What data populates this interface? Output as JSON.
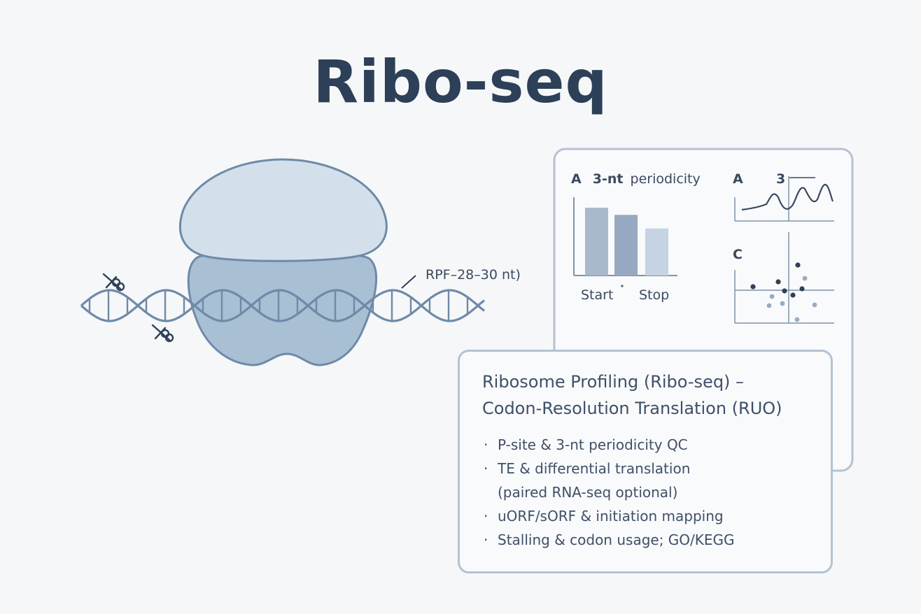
{
  "title": "Ribo-seq",
  "diagram": {
    "rpf_label": "RPF–28–30 nt)",
    "panel_a": {
      "letter": "A",
      "bold_part": "3-nt",
      "rest_part": "periodicity"
    },
    "bar_labels": {
      "start": "Start",
      "stop": "Stop"
    },
    "bars": [
      {
        "value": 0.95,
        "color": "#a9b8cb"
      },
      {
        "value": 0.85,
        "color": "#97a9c0"
      },
      {
        "value": 0.66,
        "color": "#c5d3e2"
      }
    ],
    "panel_a2": {
      "letter": "A",
      "marker": "3"
    },
    "panel_c": {
      "letter": "C"
    }
  },
  "card": {
    "heading_line1": "Ribosome Profiling (Ribo-seq) –",
    "heading_line2": "Codon-Resolution Translation (RUO)",
    "bullets": [
      {
        "line1": "P-site & 3-nt periodicity QC",
        "line2": ""
      },
      {
        "line1": "TE & differential translation",
        "line2": "(paired RNA-seq optional)"
      },
      {
        "line1": "uORF/sORF & initiation mapping",
        "line2": ""
      },
      {
        "line1": "Stalling & codon usage; GO/KEGG",
        "line2": ""
      }
    ]
  },
  "colors": {
    "accent": "#6e8aa8",
    "dark_text": "#2d4058",
    "ribosome_light": "#d3e0ec",
    "ribosome_dark": "#a9bfd4",
    "card_border": "#b4c2d3"
  }
}
